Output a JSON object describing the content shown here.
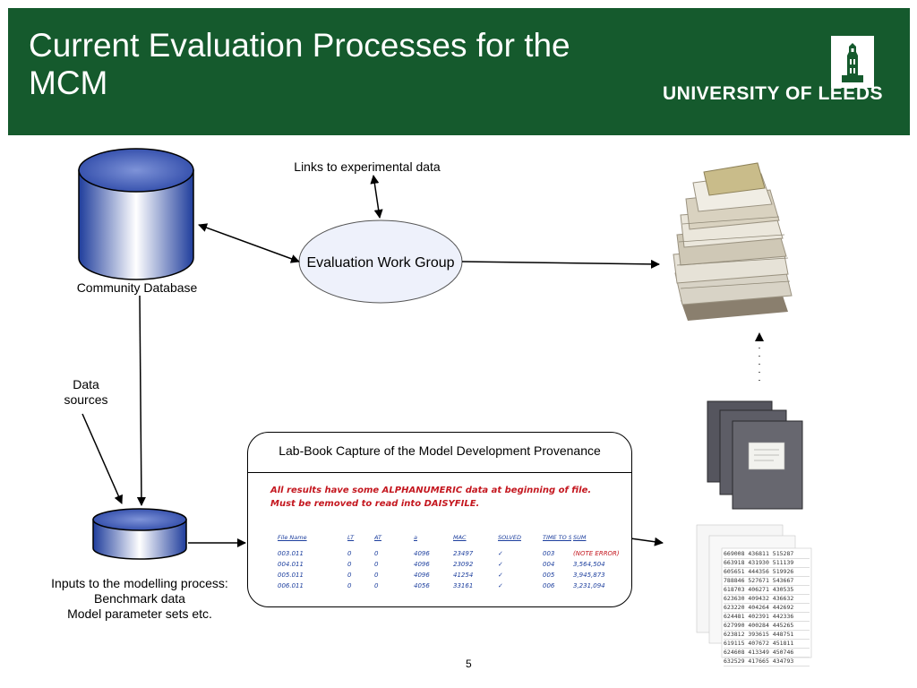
{
  "slide": {
    "title": "Current Evaluation Processes for the MCM",
    "logo_text": "UNIVERSITY OF LEEDS",
    "page_number": "5"
  },
  "nodes": {
    "community_db": "Community Database",
    "evaluation_group": "Evaluation Work Group",
    "experimental_links": "Links to experimental data",
    "data_sources": "Data sources",
    "inputs": [
      "Inputs to the modelling process:",
      "Benchmark data",
      "Model parameter sets etc."
    ],
    "labbook_title": "Lab-Book Capture of the Model Development Provenance"
  },
  "notebook": {
    "note": "All results have some ALPHANUMERIC data at beginning of file. Must be removed to read into DAISYFILE.",
    "headers": [
      "File Name",
      "LT",
      "AT",
      "a",
      "MAC",
      "SOLVED",
      "TIME TO SOLVE",
      "SUM"
    ],
    "rows": [
      [
        "003.011",
        "0",
        "0",
        "4096",
        "23497",
        "✓",
        "003",
        "(NOTE ERROR)"
      ],
      [
        "004.011",
        "0",
        "0",
        "4096",
        "23092",
        "✓",
        "004",
        "3,564,504"
      ],
      [
        "005.011",
        "0",
        "0",
        "4096",
        "41254",
        "✓",
        "005",
        "3,945,873"
      ],
      [
        "006.011",
        "0",
        "0",
        "4056",
        "33161",
        "✓",
        "006",
        "3,231,094"
      ]
    ]
  },
  "printout": {
    "rows": [
      [
        "669008",
        "436811",
        "515287"
      ],
      [
        "663918",
        "431930",
        "511139"
      ],
      [
        "605651",
        "444356",
        "519926"
      ],
      [
        "788846",
        "527671",
        "543667"
      ],
      [
        "618703",
        "406271",
        "430535"
      ],
      [
        "623630",
        "409432",
        "436632"
      ],
      [
        "623220",
        "404264",
        "442692"
      ],
      [
        "624481",
        "402391",
        "442336"
      ],
      [
        "627990",
        "400284",
        "445265"
      ],
      [
        "623812",
        "393615",
        "448751"
      ],
      [
        "619115",
        "407672",
        "451811"
      ],
      [
        "624608",
        "413349",
        "450746"
      ],
      [
        "632529",
        "417665",
        "434793"
      ]
    ]
  },
  "colors": {
    "header_bg": "#155a2d",
    "cylinder_blue": "#1f3d9c",
    "ellipse_fill": "#eef1fb"
  }
}
